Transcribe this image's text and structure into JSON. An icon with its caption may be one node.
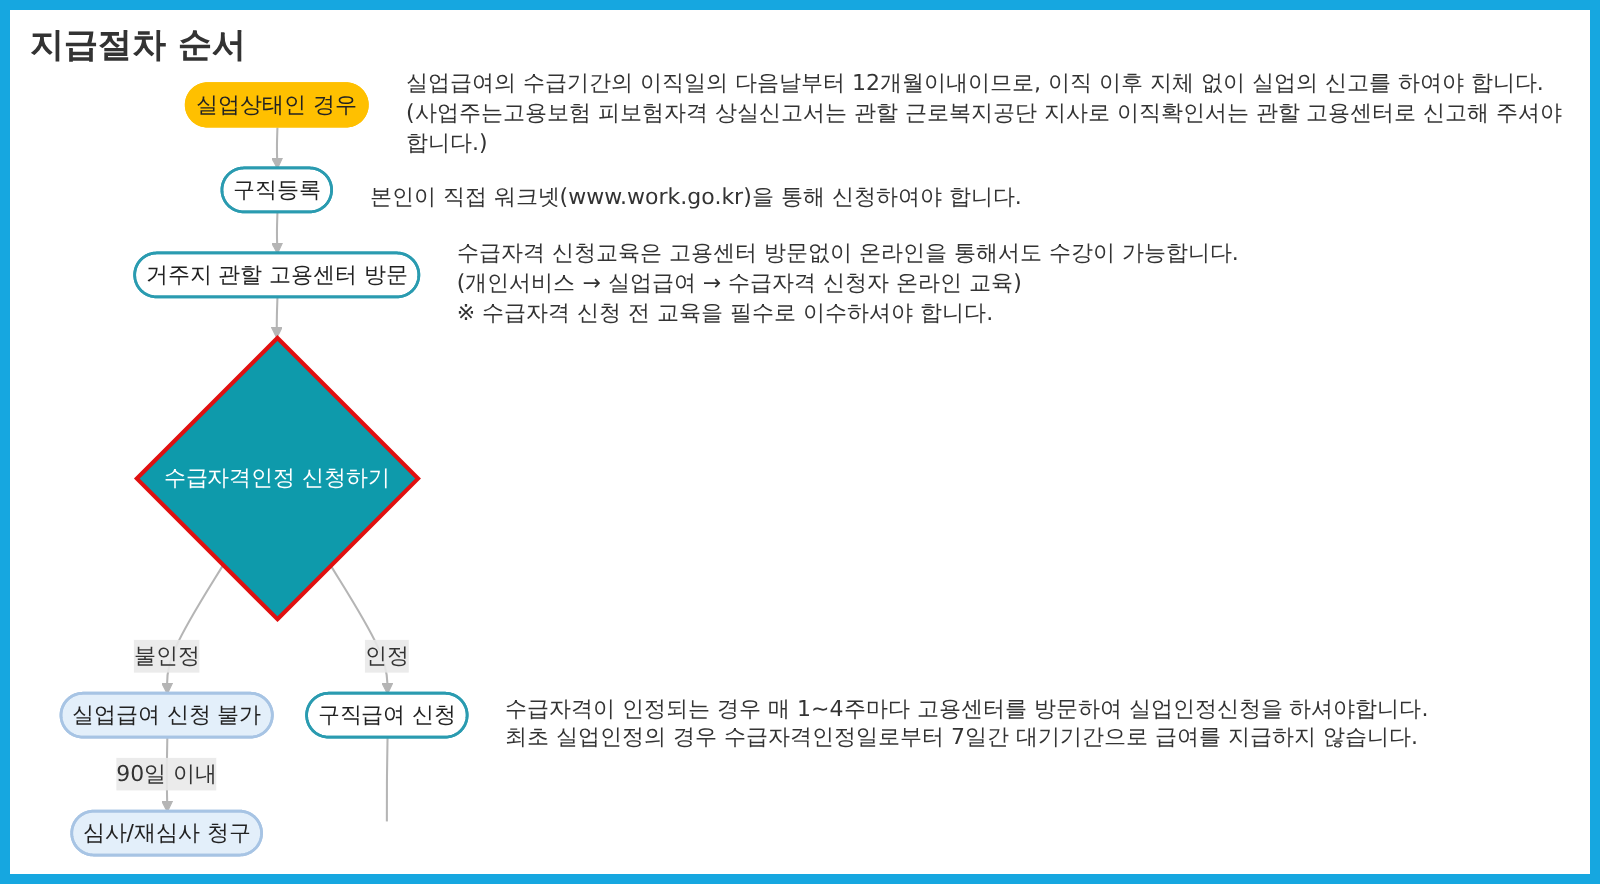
{
  "diagram": {
    "title": "지급절차 순서",
    "nodes": [
      {
        "text": [
          "실업상태인 경우"
        ],
        "beside": [
          "실업급여의 수급기간의 이직일의 다음날부터 12개월이내이므로, 이직 이후 지체 없이 실업의 신고를 하여야 합니다.",
          "(사업주는고용보험 피보험자격 상실신고서는 관할 근로복지공단 지사로 이직확인서는 관할 고용센터로 신고해 주셔야 합니다.)"
        ]
      },
      {
        "text": [
          "구직등록"
        ],
        "beside": [
          "본인이 직접 워크넷(www.work.go.kr)을 통해 신청하여야 합니다."
        ]
      },
      {
        "text": [
          "거주지 관할 고용센터 방문"
        ],
        "beside": [
          "수급자격 신청교육은 고용센터 방문없이 온라인을 통해서도 수강이 가능합니다.",
          "(개인서비스 → 실업급여 → 수급자격 신청자 온라인 교육)",
          "※ 수급자격 신청 전 교육을 필수로 이수하셔야 합니다."
        ]
      },
      {
        "text": [
          "수급자격인정 신청하기"
        ]
      },
      {
        "text": [
          "실업급여 신청 불가"
        ]
      },
      {
        "text": [
          "심사/재심사 청구"
        ]
      },
      {
        "text": [
          "구직급여 신청"
        ],
        "beside": [
          "수급자격이 인정되는 경우 매 1~4주마다 고용센터를 방문하여 실업인정신청을 하셔야합니다.",
          "최초 실업인정의 경우 수급자격인정일로부터 7일간 대기기간으로 급여를 지급하지 않습니다."
        ]
      }
    ],
    "edges": [
      {
        "from": 0,
        "to": 1,
        "arrow": "to"
      },
      {
        "from": 1,
        "to": 2,
        "arrow": "to"
      },
      {
        "from": 2,
        "to": 3,
        "arrow": "to"
      },
      {
        "from": 3,
        "to": 4,
        "arrow": "to",
        "label": "불인정"
      },
      {
        "from": 4,
        "to": 5,
        "arrow": "to",
        "label": "90일 이내"
      },
      {
        "from": 3,
        "to": 6,
        "arrow": "to",
        "label": "인정"
      },
      {
        "from": 6,
        "to": null,
        "arrow": "none"
      }
    ]
  }
}
